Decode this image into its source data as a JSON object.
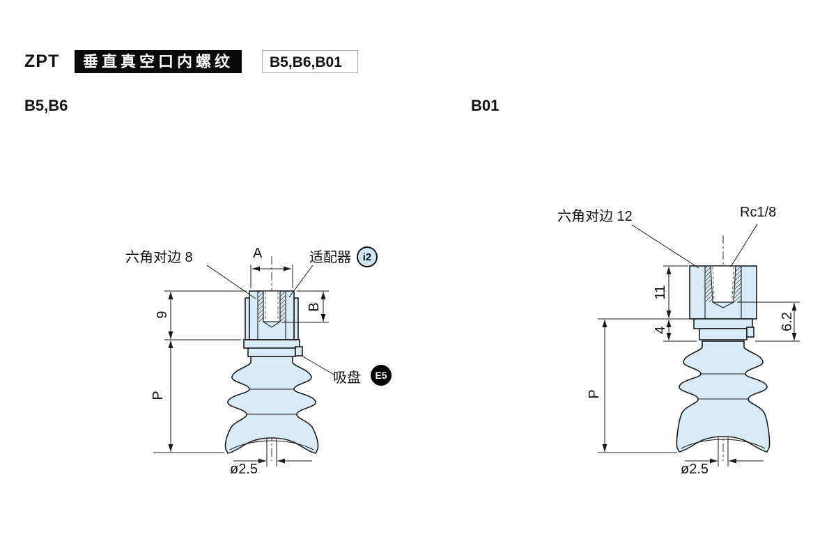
{
  "header": {
    "series": "ZPT",
    "title": "垂直真空口内螺纹",
    "models": "B5,B6,B01"
  },
  "sections": {
    "left_heading": "B5,B6",
    "right_heading": "B01"
  },
  "left_figure": {
    "hex_label": "六角对边 8",
    "dim_a": "A",
    "adapter_label": "适配器",
    "adapter_badge": "i2",
    "dim_b": "B",
    "dim_height": "9",
    "dim_p": "P",
    "pad_label": "吸盘",
    "pad_badge": "E5",
    "dim_diameter": "ø2.5"
  },
  "right_figure": {
    "hex_label": "六角对边 12",
    "thread_label": "Rc1/8",
    "dim_hex_height": "11",
    "dim_neck": "4",
    "dim_depth": "6.2",
    "dim_p": "P",
    "dim_diameter": "ø2.5"
  },
  "colors": {
    "part_fill": "#d9ebf7",
    "outline": "#1a1a1a",
    "badge_dark": "#000000",
    "badge_light": "#cde7f7"
  }
}
